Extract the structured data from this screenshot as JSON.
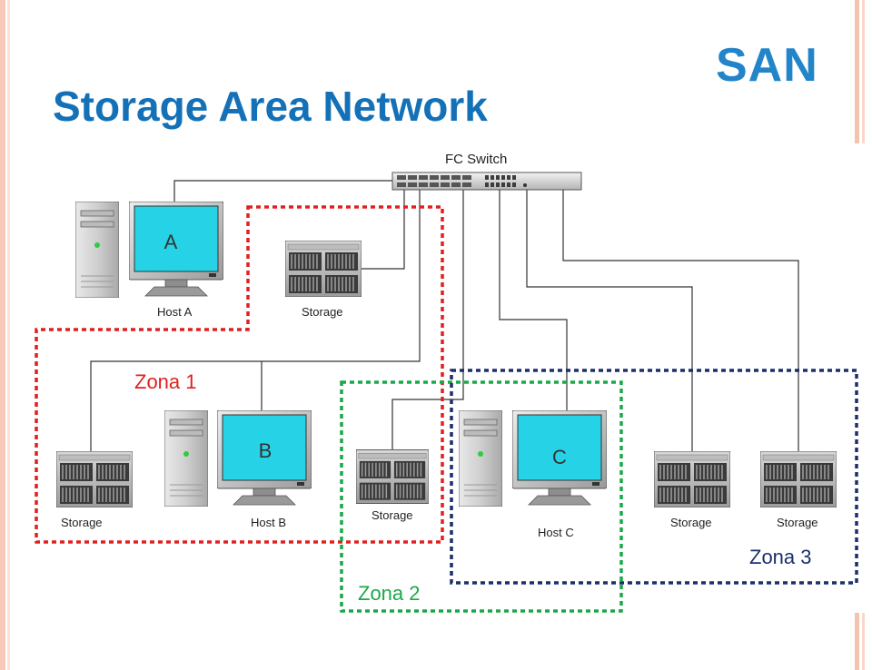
{
  "slide": {
    "corner_label": "SAN",
    "title": "Storage Area Network"
  },
  "diagram": {
    "switch_label": "FC Switch",
    "hosts": [
      {
        "monitor_letter": "A",
        "label": "Host A"
      },
      {
        "monitor_letter": "B",
        "label": "Host B"
      },
      {
        "monitor_letter": "C",
        "label": "Host C"
      }
    ],
    "storage": [
      {
        "label": "Storage"
      },
      {
        "label": "Storage"
      },
      {
        "label": "Storage"
      },
      {
        "label": "Storage"
      },
      {
        "label": "Storage"
      }
    ],
    "zones": [
      {
        "label": "Zona 1",
        "color": "#e02020"
      },
      {
        "label": "Zona 2",
        "color": "#1aa84a"
      },
      {
        "label": "Zona 3",
        "color": "#1b2f6b"
      }
    ]
  },
  "colors": {
    "title": "#1471b8",
    "san": "#2385c9",
    "screen": "#26d3e6"
  }
}
